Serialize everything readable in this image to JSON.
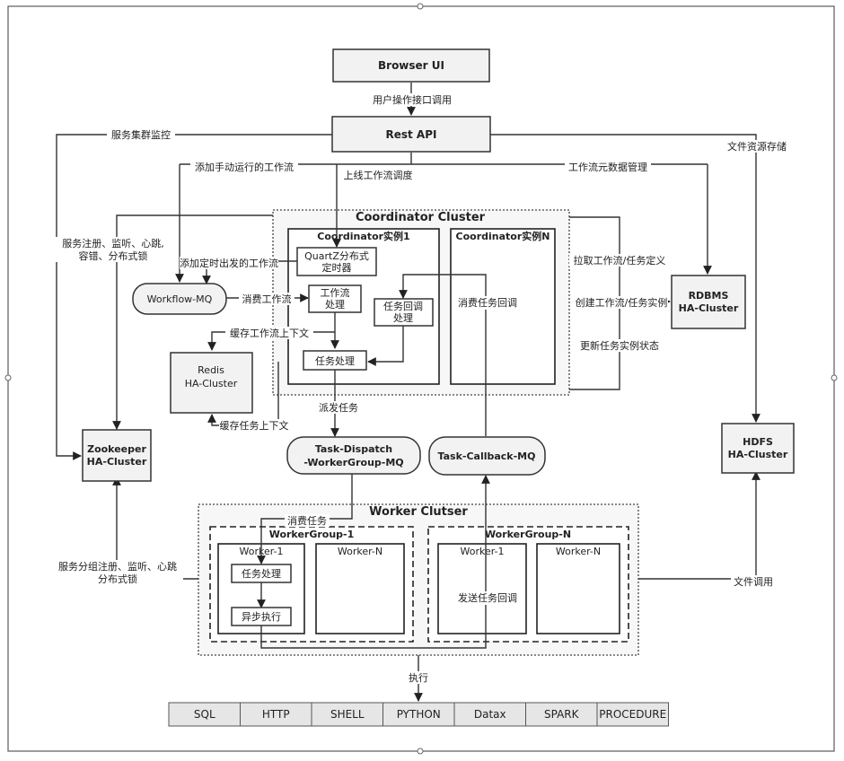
{
  "nodes": {
    "browser_ui": "Browser UI",
    "rest_api": "Rest API",
    "coordinator_cluster": "Coordinator Cluster",
    "coordinator_1": "Coordinator实例1",
    "coordinator_n": "Coordinator实例N",
    "quartz_line1": "QuartZ分布式",
    "quartz_line2": "定时器",
    "workflow_proc_line1": "工作流",
    "workflow_proc_line2": "处理",
    "callback_proc_line1": "任务回调",
    "callback_proc_line2": "处理",
    "task_proc": "任务处理",
    "consume_callback": "消费任务回调",
    "workflow_mq": "Workflow-MQ",
    "redis_line1": "Redis",
    "redis_line2": "HA-Cluster",
    "rdbms_line1": "RDBMS",
    "rdbms_line2": "HA-Cluster",
    "zookeeper_line1": "Zookeeper",
    "zookeeper_line2": "HA-Cluster",
    "hdfs_line1": "HDFS",
    "hdfs_line2": "HA-Cluster",
    "dispatch_mq_line1": "Task-Dispatch",
    "dispatch_mq_line2": "-WorkerGroup-MQ",
    "callback_mq": "Task-Callback-MQ",
    "worker_cluster": "Worker Clutser",
    "workergroup_1": "WorkerGroup-1",
    "workergroup_n": "WorkerGroup-N",
    "worker_1": "Worker-1",
    "worker_n": "Worker-N",
    "worker_task_proc": "任务处理",
    "async_exec": "异步执行",
    "send_callback": "发送任务回调"
  },
  "labels": {
    "user_api_call": "用户操作接口调用",
    "cluster_monitor": "服务集群监控",
    "file_storage": "文件资源存储",
    "add_manual_workflow": "添加手动运行的工作流",
    "online_schedule": "上线工作流调度",
    "workflow_meta": "工作流元数据管理",
    "service_reg_line1": "服务注册、监听、心跳,",
    "service_reg_line2": "容错、分布式锁",
    "add_timed_workflow": "添加定时出发的工作流",
    "consume_workflow": "消费工作流",
    "pull_definitions": "拉取工作流/任务定义",
    "create_instances": "创建工作流/任务实例",
    "update_state": "更新任务实例状态",
    "cache_wf_context": "缓存工作流上下文",
    "cache_task_context": "缓存任务上下文",
    "dispatch_task": "派发任务",
    "consume_task": "消费任务",
    "group_reg_line1": "服务分组注册、监听、心跳",
    "group_reg_line2": "分布式锁",
    "file_call": "文件调用",
    "execute": "执行"
  },
  "task_types": [
    "SQL",
    "HTTP",
    "SHELL",
    "PYTHON",
    "Datax",
    "SPARK",
    "PROCEDURE"
  ]
}
